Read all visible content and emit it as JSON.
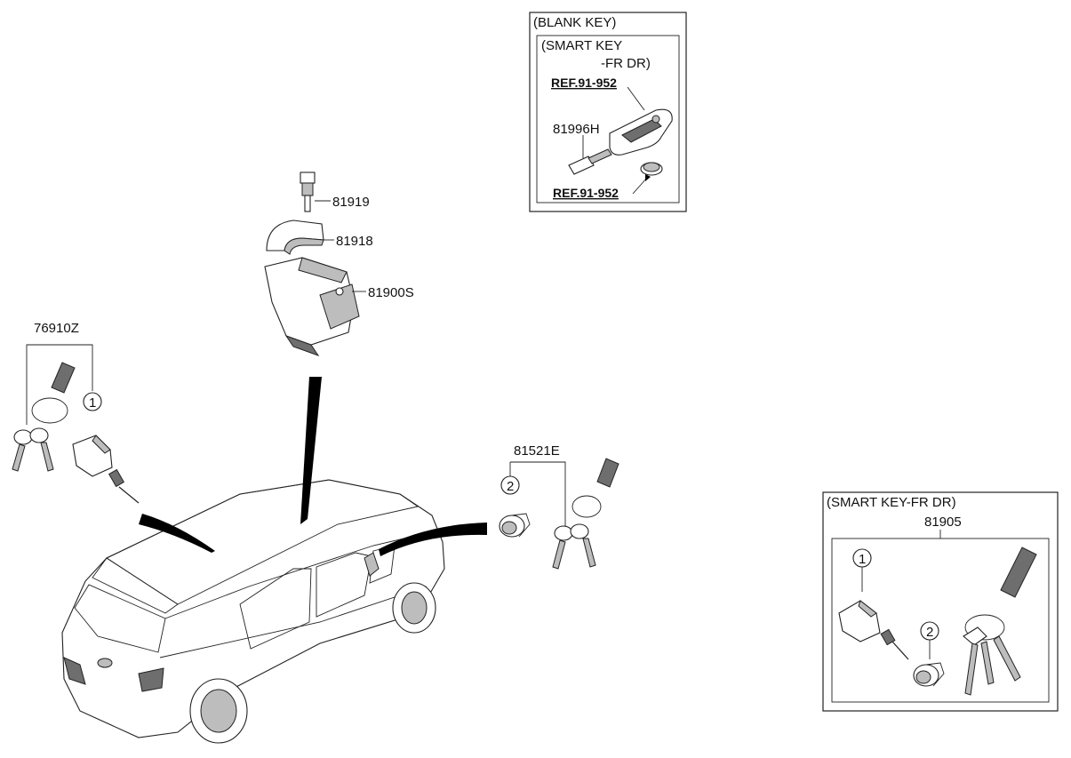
{
  "labels": {
    "p81919": "81919",
    "p81918": "81918",
    "p81900s": "81900S",
    "p76910z": "76910Z",
    "p81521e": "81521E",
    "p81996h": "81996H",
    "p81905": "81905"
  },
  "callouts": {
    "one": "1",
    "two": "2"
  },
  "blank_key_box": {
    "title": "(BLANK KEY)",
    "inner_title_line1": "(SMART KEY",
    "inner_title_line2": "-FR DR)",
    "ref_top": "REF.91-952",
    "ref_bottom": "REF.91-952"
  },
  "smart_key_box": {
    "title": "(SMART KEY-FR DR)"
  }
}
